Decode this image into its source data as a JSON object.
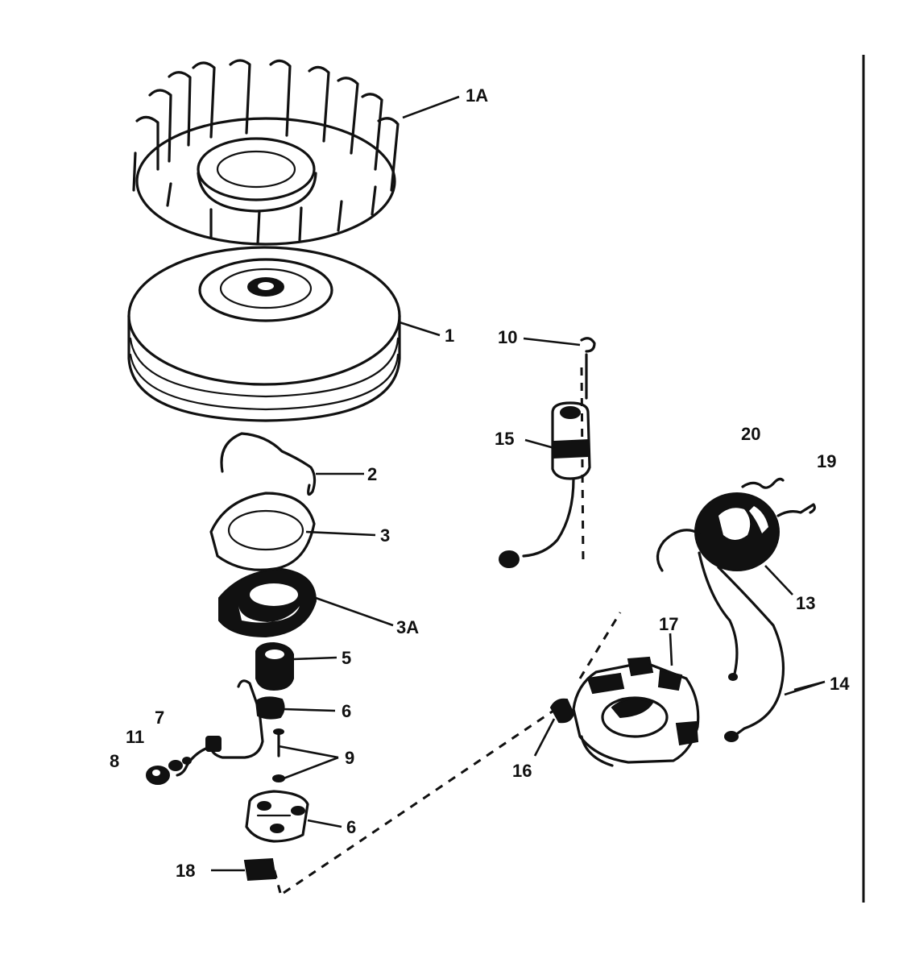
{
  "callouts": {
    "c1A": "1A",
    "c1": "1",
    "c2": "2",
    "c3": "3",
    "c3A": "3A",
    "c5": "5",
    "c6a": "6",
    "c7": "7",
    "c11": "11",
    "c8": "8",
    "c9": "9",
    "c6b": "6",
    "c18": "18",
    "c10": "10",
    "c15": "15",
    "c20": "20",
    "c19": "19",
    "c13": "13",
    "c17": "17",
    "c14": "14",
    "c16": "16"
  }
}
